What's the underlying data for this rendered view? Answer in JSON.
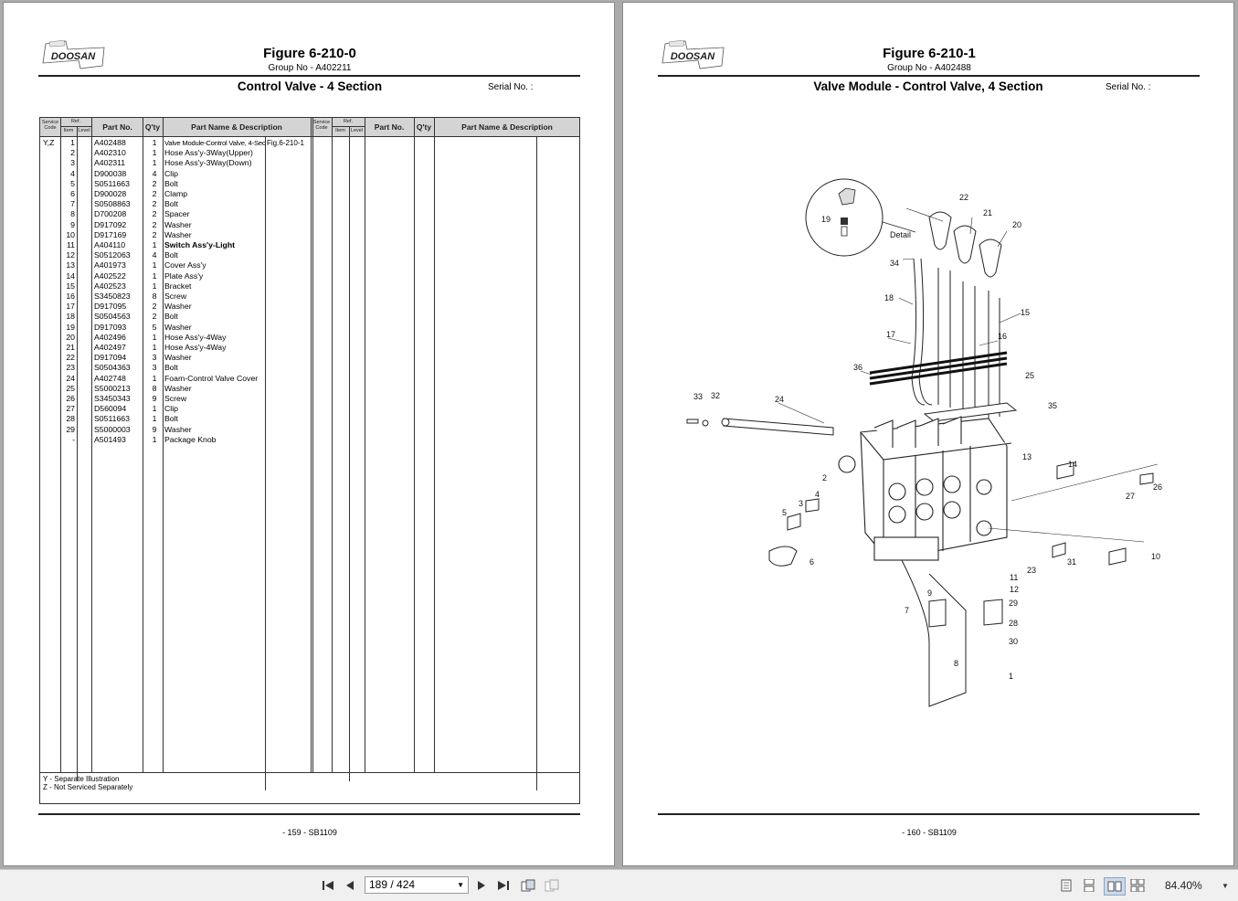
{
  "left_page": {
    "brand": "DOOSAN",
    "figure_title": "Figure 6-210-0",
    "group_no": "Group No - A402211",
    "subtitle": "Control Valve - 4 Section",
    "serial": "Serial No. :",
    "columns": {
      "service_code": [
        "Service",
        "Code"
      ],
      "ref": "Ref.",
      "item": "Item",
      "level": "Level",
      "part_no": "Part No.",
      "qty": "Q'ty",
      "desc": "Part Name & Description"
    },
    "rows": [
      {
        "code": "Y,Z",
        "item": "1",
        "part": "A402488",
        "qty": "1",
        "desc": "Valve Module-Control Valve, 4-Sec",
        "ref": "Fig.6-210-1",
        "bold": false
      },
      {
        "code": "",
        "item": "2",
        "part": "A402310",
        "qty": "1",
        "desc": "Hose Ass'y-3Way(Upper)",
        "ref": "",
        "bold": false
      },
      {
        "code": "",
        "item": "3",
        "part": "A402311",
        "qty": "1",
        "desc": "Hose Ass'y-3Way(Down)",
        "ref": "",
        "bold": false
      },
      {
        "code": "",
        "item": "4",
        "part": "D900038",
        "qty": "4",
        "desc": "Clip",
        "ref": "",
        "bold": false
      },
      {
        "code": "",
        "item": "5",
        "part": "S0511663",
        "qty": "2",
        "desc": "Bolt",
        "ref": "",
        "bold": false
      },
      {
        "code": "",
        "item": "6",
        "part": "D900028",
        "qty": "2",
        "desc": "Clamp",
        "ref": "",
        "bold": false
      },
      {
        "code": "",
        "item": "7",
        "part": "S0508863",
        "qty": "2",
        "desc": "Bolt",
        "ref": "",
        "bold": false
      },
      {
        "code": "",
        "item": "8",
        "part": "D700208",
        "qty": "2",
        "desc": "Spacer",
        "ref": "",
        "bold": false
      },
      {
        "code": "",
        "item": "9",
        "part": "D917092",
        "qty": "2",
        "desc": "Washer",
        "ref": "",
        "bold": false
      },
      {
        "code": "",
        "item": "10",
        "part": "D917169",
        "qty": "2",
        "desc": "Washer",
        "ref": "",
        "bold": false
      },
      {
        "code": "",
        "item": "11",
        "part": "A404110",
        "qty": "1",
        "desc": "Switch Ass'y-Light",
        "ref": "",
        "bold": true
      },
      {
        "code": "",
        "item": "12",
        "part": "S0512063",
        "qty": "4",
        "desc": "Bolt",
        "ref": "",
        "bold": false
      },
      {
        "code": "",
        "item": "13",
        "part": "A401973",
        "qty": "1",
        "desc": "Cover Ass'y",
        "ref": "",
        "bold": false
      },
      {
        "code": "",
        "item": "14",
        "part": "A402522",
        "qty": "1",
        "desc": "Plate Ass'y",
        "ref": "",
        "bold": false
      },
      {
        "code": "",
        "item": "15",
        "part": "A402523",
        "qty": "1",
        "desc": "Bracket",
        "ref": "",
        "bold": false
      },
      {
        "code": "",
        "item": "16",
        "part": "S3450823",
        "qty": "8",
        "desc": "Screw",
        "ref": "",
        "bold": false
      },
      {
        "code": "",
        "item": "17",
        "part": "D917095",
        "qty": "2",
        "desc": "Washer",
        "ref": "",
        "bold": false
      },
      {
        "code": "",
        "item": "18",
        "part": "S0504563",
        "qty": "2",
        "desc": "Bolt",
        "ref": "",
        "bold": false
      },
      {
        "code": "",
        "item": "19",
        "part": "D917093",
        "qty": "5",
        "desc": "Washer",
        "ref": "",
        "bold": false
      },
      {
        "code": "",
        "item": "20",
        "part": "A402496",
        "qty": "1",
        "desc": "Hose Ass'y-4Way",
        "ref": "",
        "bold": false
      },
      {
        "code": "",
        "item": "21",
        "part": "A402497",
        "qty": "1",
        "desc": "Hose Ass'y-4Way",
        "ref": "",
        "bold": false
      },
      {
        "code": "",
        "item": "22",
        "part": "D917094",
        "qty": "3",
        "desc": "Washer",
        "ref": "",
        "bold": false
      },
      {
        "code": "",
        "item": "23",
        "part": "S0504363",
        "qty": "3",
        "desc": "Bolt",
        "ref": "",
        "bold": false
      },
      {
        "code": "",
        "item": "24",
        "part": "A402748",
        "qty": "1",
        "desc": "Foam-Control Valve Cover",
        "ref": "",
        "bold": false
      },
      {
        "code": "",
        "item": "25",
        "part": "S5000213",
        "qty": "8",
        "desc": "Washer",
        "ref": "",
        "bold": false
      },
      {
        "code": "",
        "item": "26",
        "part": "S3450343",
        "qty": "9",
        "desc": "Screw",
        "ref": "",
        "bold": false
      },
      {
        "code": "",
        "item": "27",
        "part": "D560094",
        "qty": "1",
        "desc": "Clip",
        "ref": "",
        "bold": false
      },
      {
        "code": "",
        "item": "28",
        "part": "S0511663",
        "qty": "1",
        "desc": "Bolt",
        "ref": "",
        "bold": false
      },
      {
        "code": "",
        "item": "29",
        "part": "S5000003",
        "qty": "9",
        "desc": "Washer",
        "ref": "",
        "bold": false
      },
      {
        "code": "",
        "item": "-",
        "part": "A501493",
        "qty": "1",
        "desc": "Package Knob",
        "ref": "",
        "bold": false
      }
    ],
    "legend": [
      "Y - Separate Illustration",
      "Z - Not Serviced Separately"
    ],
    "footer": "- 159 -  SB1109"
  },
  "right_page": {
    "brand": "DOOSAN",
    "figure_title": "Figure 6-210-1",
    "group_no": "Group No - A402488",
    "subtitle": "Valve Module - Control Valve, 4 Section",
    "serial": "Serial No. :",
    "detail_label": "Detail",
    "callouts": [
      "1",
      "2",
      "3",
      "4",
      "5",
      "6",
      "7",
      "8",
      "9",
      "10",
      "11",
      "12",
      "13",
      "14",
      "15",
      "16",
      "17",
      "18",
      "19",
      "20",
      "21",
      "22",
      "23",
      "24",
      "25",
      "26",
      "27",
      "28",
      "29",
      "30",
      "31",
      "32",
      "33",
      "34",
      "35",
      "36"
    ],
    "footer": "- 160 -  SB1109"
  },
  "toolbar": {
    "page_field": "189 / 424",
    "zoom": "84.40%",
    "icons": [
      "first-page-icon",
      "prev-page-icon",
      "next-page-icon",
      "last-page-icon",
      "previous-view-icon",
      "next-view-icon",
      "single-page-icon",
      "continuous-icon",
      "two-page-icon",
      "two-page-continuous-icon",
      "zoom-dropdown-icon"
    ]
  }
}
